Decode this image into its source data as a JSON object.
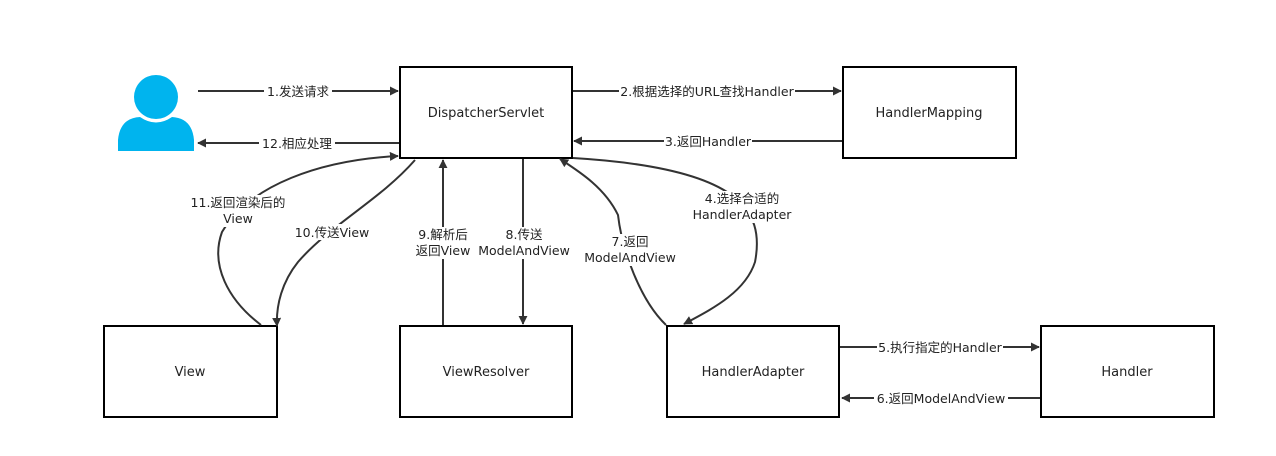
{
  "nodes": {
    "dispatcher": "DispatcherServlet",
    "handler_mapping": "HandlerMapping",
    "view": "View",
    "view_resolver": "ViewResolver",
    "handler_adapter": "HandlerAdapter",
    "handler": "Handler"
  },
  "user_icon": {
    "icon": "user-icon",
    "color": "#00b4ee"
  },
  "edges": {
    "e1": "1.发送请求",
    "e2": "2.根据选择的URL查找Handler",
    "e3": "3.返回Handler",
    "e4_line1": "4.选择合适的",
    "e4_line2": "HandlerAdapter",
    "e5": "5.执行指定的Handler",
    "e6": "6.返回ModelAndView",
    "e7_line1": "7.返回",
    "e7_line2": "ModelAndView",
    "e8_line1": "8.传送",
    "e8_line2": "ModelAndView",
    "e9_line1": "9.解析后",
    "e9_line2": "返回View",
    "e10": "10.传送View",
    "e11_line1": "11.返回渲染后的",
    "e11_line2": "View",
    "e12": "12.相应处理"
  }
}
